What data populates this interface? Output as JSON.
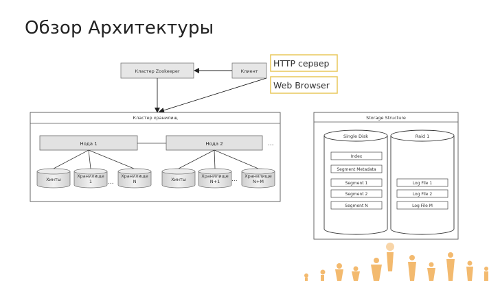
{
  "slide": {
    "title": "Обзор Архитектуры"
  },
  "top": {
    "zookeeper_label": "Кластер Zookeeper",
    "client_label": "Клиент",
    "http_server_label": "HTTP сервер",
    "web_browser_label": "Web Browser"
  },
  "cluster": {
    "title": "Кластер хранилищ",
    "node1_label": "Нода 1",
    "node2_label": "Нода 2",
    "ellipsis": "...",
    "cyl": {
      "hints_a": "Хинты",
      "store1_a": "Хранилище",
      "store1_b": "1",
      "storeN_a": "Хранилище",
      "storeN_b": "N",
      "hints_b": "Хинты",
      "storeN1_a": "Хранилище",
      "storeN1_b": "N+1",
      "storeNM_a": "Хранилище",
      "storeNM_b": "N+M"
    }
  },
  "storage": {
    "title": "Storage Structure",
    "single_disk": "Single Disk",
    "raid": "Raid 1",
    "index": "Index",
    "segment_metadata": "Segment Metadata",
    "segment1": "Segment 1",
    "segment2": "Segment 2",
    "segmentN": "Segment N",
    "log1": "Log File 1",
    "log2": "Log File 2",
    "logM": "Log File M"
  },
  "colors": {
    "box_fill": "#e2e2e2",
    "box_stroke": "#555555",
    "callout_stroke": "#e8c75a",
    "decor_orange": "#f0a340"
  }
}
